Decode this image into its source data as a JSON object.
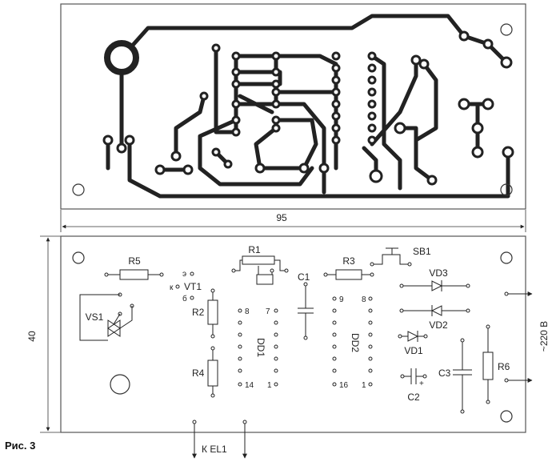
{
  "caption": "Рис. 3",
  "dimensions": {
    "width": "95",
    "height": "40"
  },
  "components": {
    "R1": "R1",
    "R2": "R2",
    "R3": "R3",
    "R4": "R4",
    "R5": "R5",
    "R6": "R6",
    "C1": "C1",
    "C2": "C2",
    "C3": "C3",
    "VD1": "VD1",
    "VD2": "VD2",
    "VD3": "VD3",
    "VS1": "VS1",
    "VT1": "VT1",
    "SB1": "SB1",
    "DD1": "DD1",
    "DD2": "DD2"
  },
  "pins": {
    "vt1_k": "к",
    "vt1_e": "э",
    "vt1_b": "б",
    "dd1_8": "8",
    "dd1_7": "7",
    "dd1_14": "14",
    "dd1_1": "1",
    "dd2_9": "9",
    "dd2_8": "8",
    "dd2_16": "16",
    "dd2_1": "1"
  },
  "connections": {
    "mains": "~220 В",
    "load": "К EL1"
  },
  "colors": {
    "ink": "#222222",
    "board_border": "#555555"
  }
}
